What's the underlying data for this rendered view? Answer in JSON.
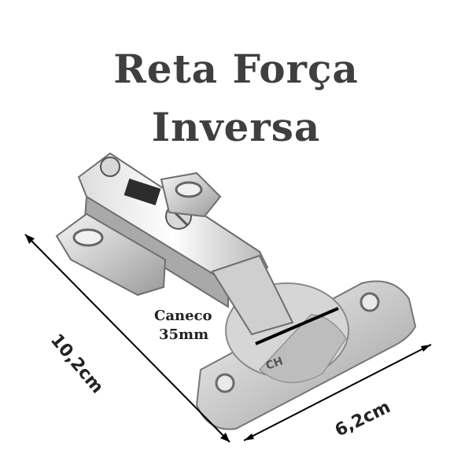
{
  "title_line1": "Reta Força",
  "title_line2": "Inversa",
  "dimension_length": "10,2cm",
  "dimension_width": "6,2cm",
  "cup_label_line1": "Caneco",
  "cup_label_line2": "35mm",
  "logo_text": "CH"
}
